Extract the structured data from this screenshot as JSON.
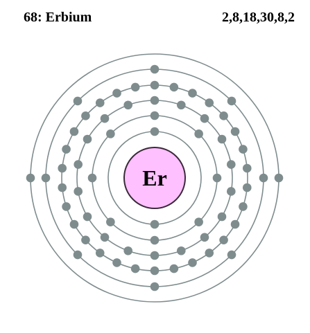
{
  "element": {
    "atomic_number_name": "68: Erbium",
    "symbol": "Er",
    "configuration": "2,8,18,30,8,2",
    "shells": [
      2,
      8,
      18,
      30,
      8,
      2
    ]
  },
  "colors": {
    "nucleus_fill": "#ffc0ff",
    "nucleus_stroke": "#3a2a3a",
    "shell_stroke": "#7f8c8d",
    "electron_fill": "#7f8c8d",
    "text": "#000000"
  }
}
